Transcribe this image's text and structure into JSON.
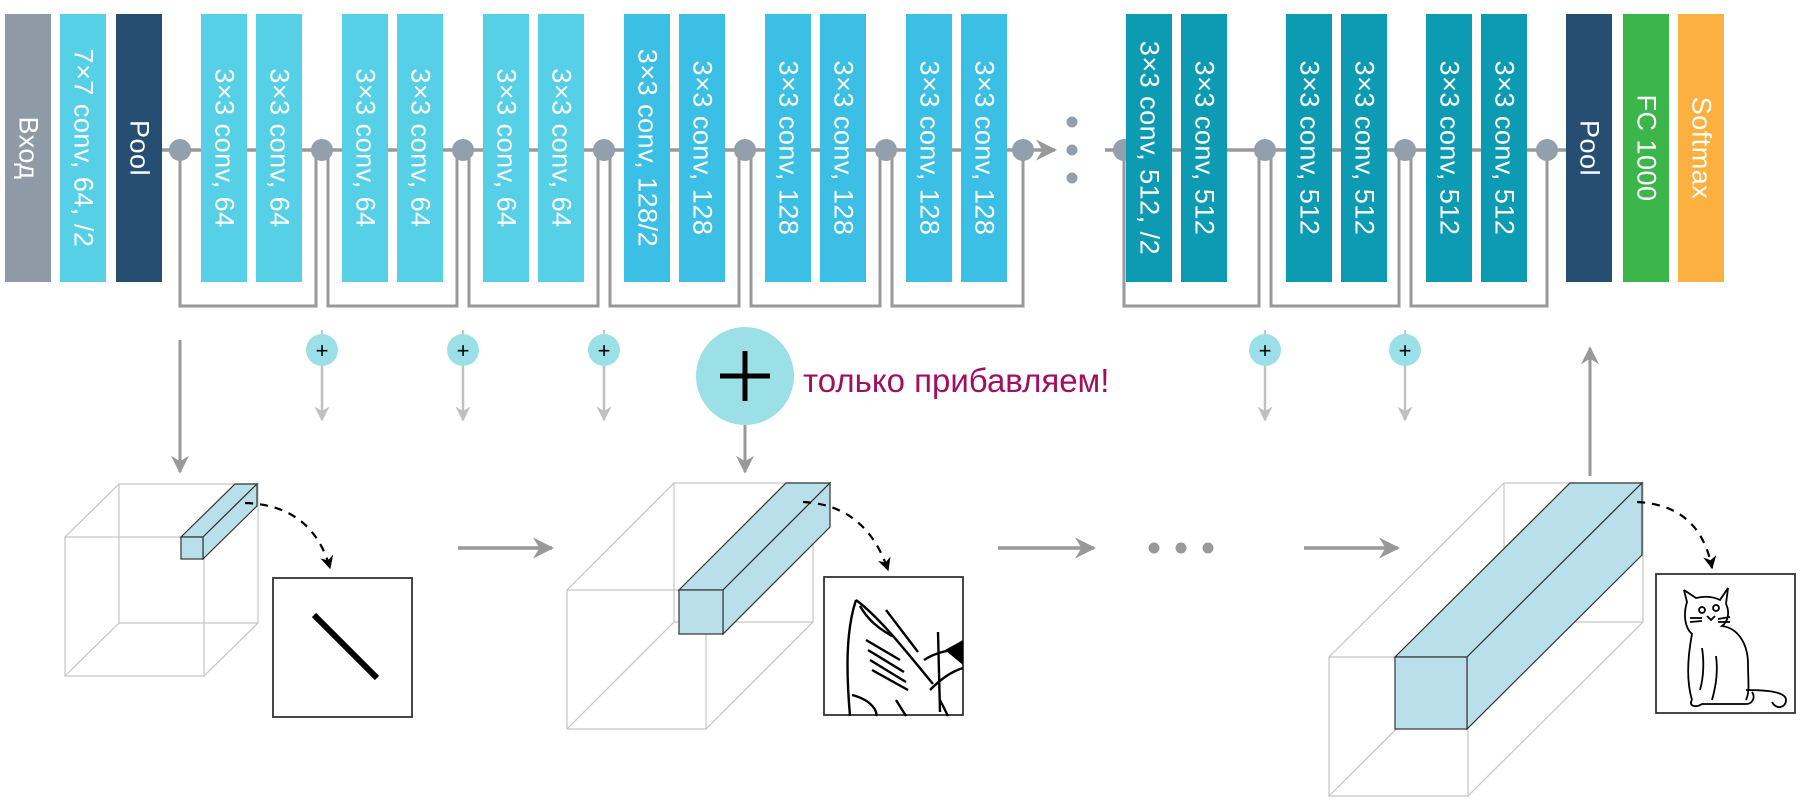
{
  "diagram": {
    "title_annotation": "только прибавляем!",
    "colors": {
      "input": "#8e9aa6",
      "pool": "#264e73",
      "conv64": "#55d0e6",
      "conv128": "#3bbfe4",
      "conv512": "#0d9ab3",
      "fc": "#3cb54a",
      "softmax": "#fbb040",
      "connector": "#999999",
      "node": "#929fac",
      "plus_circle": "#9be0e6",
      "feature_block": "#b9dfea",
      "annotation": "#a0105f"
    },
    "layers": [
      {
        "id": "input",
        "label": "Вход",
        "kind": "input"
      },
      {
        "id": "conv7",
        "label": "7×7 conv, 64, /2",
        "kind": "conv64"
      },
      {
        "id": "pool1",
        "label": "Pool",
        "kind": "pool"
      },
      {
        "id": "c64a",
        "label": "3×3 conv, 64",
        "kind": "conv64"
      },
      {
        "id": "c64b",
        "label": "3×3 conv, 64",
        "kind": "conv64"
      },
      {
        "id": "c64c",
        "label": "3×3 conv, 64",
        "kind": "conv64"
      },
      {
        "id": "c64d",
        "label": "3×3 conv, 64",
        "kind": "conv64"
      },
      {
        "id": "c64e",
        "label": "3×3 conv, 64",
        "kind": "conv64"
      },
      {
        "id": "c64f",
        "label": "3×3 conv, 64",
        "kind": "conv64"
      },
      {
        "id": "c128a",
        "label": "3×3 conv, 128/2",
        "kind": "conv128"
      },
      {
        "id": "c128b",
        "label": "3×3 conv, 128",
        "kind": "conv128"
      },
      {
        "id": "c128c",
        "label": "3×3 conv, 128",
        "kind": "conv128"
      },
      {
        "id": "c128d",
        "label": "3×3 conv, 128",
        "kind": "conv128"
      },
      {
        "id": "c128e",
        "label": "3×3 conv, 128",
        "kind": "conv128"
      },
      {
        "id": "c128f",
        "label": "3×3 conv, 128",
        "kind": "conv128"
      },
      {
        "id": "c512a",
        "label": "3×3 conv, 512, /2",
        "kind": "conv512"
      },
      {
        "id": "c512b",
        "label": "3×3 conv, 512",
        "kind": "conv512"
      },
      {
        "id": "c512c",
        "label": "3×3 conv, 512",
        "kind": "conv512"
      },
      {
        "id": "c512d",
        "label": "3×3 conv, 512",
        "kind": "conv512"
      },
      {
        "id": "c512e",
        "label": "3×3 conv, 512",
        "kind": "conv512"
      },
      {
        "id": "c512f",
        "label": "3×3 conv, 512",
        "kind": "conv512"
      },
      {
        "id": "pool2",
        "label": "Pool",
        "kind": "pool"
      },
      {
        "id": "fc",
        "label": "FC 1000",
        "kind": "fc"
      },
      {
        "id": "softmax",
        "label": "Softmax",
        "kind": "softmax"
      }
    ],
    "residual_blocks": 9,
    "plus_symbol": "+",
    "feature_maps": [
      {
        "id": "early",
        "depicts": "edge-detector (diagonal line)"
      },
      {
        "id": "middle",
        "depicts": "cat-ear fragment"
      },
      {
        "id": "late",
        "depicts": "whole cat"
      }
    ]
  }
}
